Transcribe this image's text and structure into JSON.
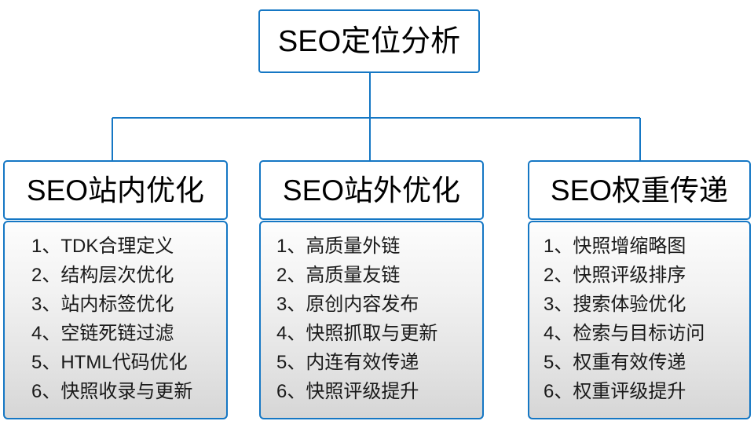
{
  "colors": {
    "border": "#1577c4",
    "text": "#000000",
    "list_text": "#1a1a1a",
    "list_fill_top": "#fdfdfd",
    "list_fill_bottom": "#d6d6d6",
    "background": "#ffffff"
  },
  "root": {
    "title": "SEO定位分析"
  },
  "branches": [
    {
      "title": "SEO站内优化",
      "items": [
        "1、TDK合理定义",
        "2、结构层次优化",
        "3、站内标签优化",
        "4、空链死链过滤",
        "5、HTML代码优化",
        "6、快照收录与更新"
      ]
    },
    {
      "title": "SEO站外优化",
      "items": [
        "1、高质量外链",
        "2、高质量友链",
        "3、原创内容发布",
        "4、快照抓取与更新",
        "5、内连有效传递",
        "6、快照评级提升"
      ]
    },
    {
      "title": "SEO权重传递",
      "items": [
        "1、快照增缩略图",
        "2、快照评级排序",
        "3、搜索体验优化",
        "4、检索与目标访问",
        "5、权重有效传递",
        "6、权重评级提升"
      ]
    }
  ]
}
